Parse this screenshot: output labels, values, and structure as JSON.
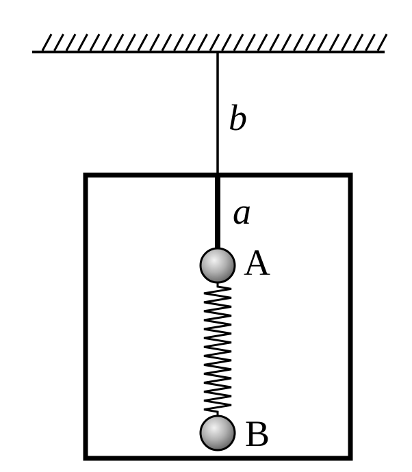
{
  "labels": {
    "string_upper": "b",
    "string_lower": "a",
    "ball_top": "A",
    "ball_bottom": "B"
  },
  "colors": {
    "ink": "#000000",
    "background": "#ffffff",
    "ball_highlight": "#f2f2f2",
    "ball_shadow": "#6a6a6a"
  }
}
